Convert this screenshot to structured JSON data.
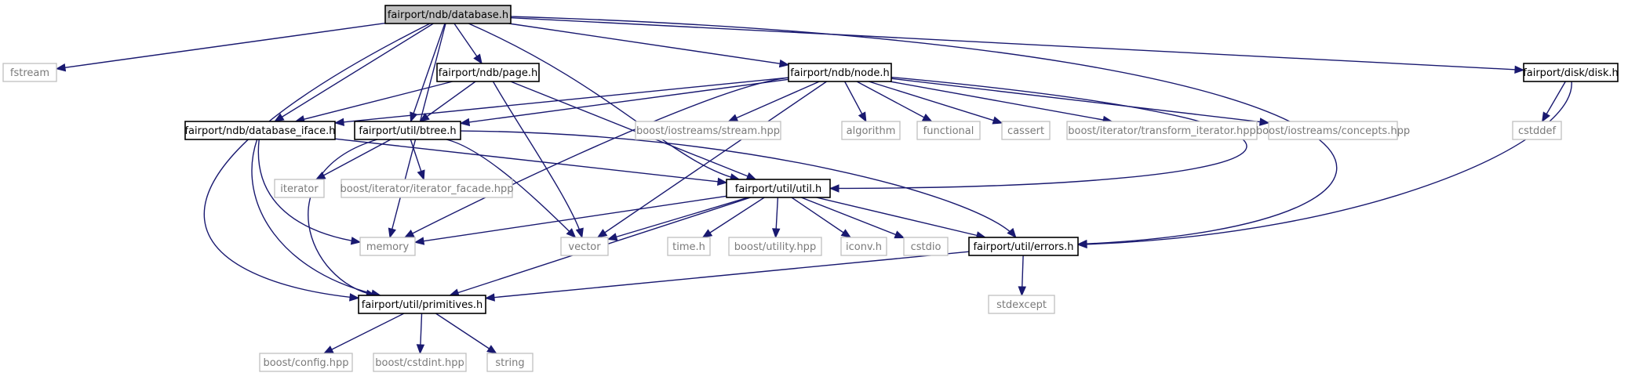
{
  "graph": {
    "nodes": {
      "database_h": "fairport/ndb/database.h",
      "fstream": "fstream",
      "page_h": "fairport/ndb/page.h",
      "node_h": "fairport/ndb/node.h",
      "disk_h": "fairport/disk/disk.h",
      "database_iface_h": "fairport/ndb/database_iface.h",
      "btree_h": "fairport/util/btree.h",
      "boost_stream": "boost/iostreams/stream.hpp",
      "algorithm": "algorithm",
      "functional": "functional",
      "cassert": "cassert",
      "transform_iterator": "boost/iterator/transform_iterator.hpp",
      "boost_concepts": "boost/iostreams/concepts.hpp",
      "cstddef": "cstddef",
      "iterator": "iterator",
      "iterator_facade": "boost/iterator/iterator_facade.hpp",
      "util_h": "fairport/util/util.h",
      "memory": "memory",
      "vector": "vector",
      "time_h": "time.h",
      "boost_utility": "boost/utility.hpp",
      "iconv_h": "iconv.h",
      "cstdio": "cstdio",
      "errors_h": "fairport/util/errors.h",
      "primitives_h": "fairport/util/primitives.h",
      "stdexcept": "stdexcept",
      "boost_config": "boost/config.hpp",
      "boost_cstdint": "boost/cstdint.hpp",
      "string": "string"
    },
    "edges": [
      [
        "database_h",
        "fstream"
      ],
      [
        "database_h",
        "page_h"
      ],
      [
        "database_h",
        "node_h"
      ],
      [
        "database_h",
        "disk_h"
      ],
      [
        "database_h",
        "database_iface_h"
      ],
      [
        "database_h",
        "btree_h"
      ],
      [
        "database_h",
        "memory"
      ],
      [
        "database_h",
        "util_h"
      ],
      [
        "database_h",
        "primitives_h"
      ],
      [
        "database_h",
        "errors_h"
      ],
      [
        "page_h",
        "database_iface_h"
      ],
      [
        "page_h",
        "btree_h"
      ],
      [
        "page_h",
        "util_h"
      ],
      [
        "page_h",
        "vector"
      ],
      [
        "node_h",
        "database_iface_h"
      ],
      [
        "node_h",
        "btree_h"
      ],
      [
        "node_h",
        "boost_stream"
      ],
      [
        "node_h",
        "algorithm"
      ],
      [
        "node_h",
        "functional"
      ],
      [
        "node_h",
        "cassert"
      ],
      [
        "node_h",
        "transform_iterator"
      ],
      [
        "node_h",
        "boost_concepts"
      ],
      [
        "node_h",
        "util_h"
      ],
      [
        "node_h",
        "memory"
      ],
      [
        "node_h",
        "vector"
      ],
      [
        "disk_h",
        "cstddef"
      ],
      [
        "disk_h",
        "errors_h"
      ],
      [
        "database_iface_h",
        "util_h"
      ],
      [
        "database_iface_h",
        "memory"
      ],
      [
        "database_iface_h",
        "primitives_h"
      ],
      [
        "btree_h",
        "iterator"
      ],
      [
        "btree_h",
        "iterator_facade"
      ],
      [
        "btree_h",
        "vector"
      ],
      [
        "btree_h",
        "errors_h"
      ],
      [
        "btree_h",
        "primitives_h"
      ],
      [
        "util_h",
        "memory"
      ],
      [
        "util_h",
        "vector"
      ],
      [
        "util_h",
        "time_h"
      ],
      [
        "util_h",
        "boost_utility"
      ],
      [
        "util_h",
        "iconv_h"
      ],
      [
        "util_h",
        "cstdio"
      ],
      [
        "util_h",
        "errors_h"
      ],
      [
        "util_h",
        "primitives_h"
      ],
      [
        "errors_h",
        "stdexcept"
      ],
      [
        "errors_h",
        "primitives_h"
      ],
      [
        "primitives_h",
        "boost_config"
      ],
      [
        "primitives_h",
        "boost_cstdint"
      ],
      [
        "primitives_h",
        "string"
      ]
    ]
  }
}
